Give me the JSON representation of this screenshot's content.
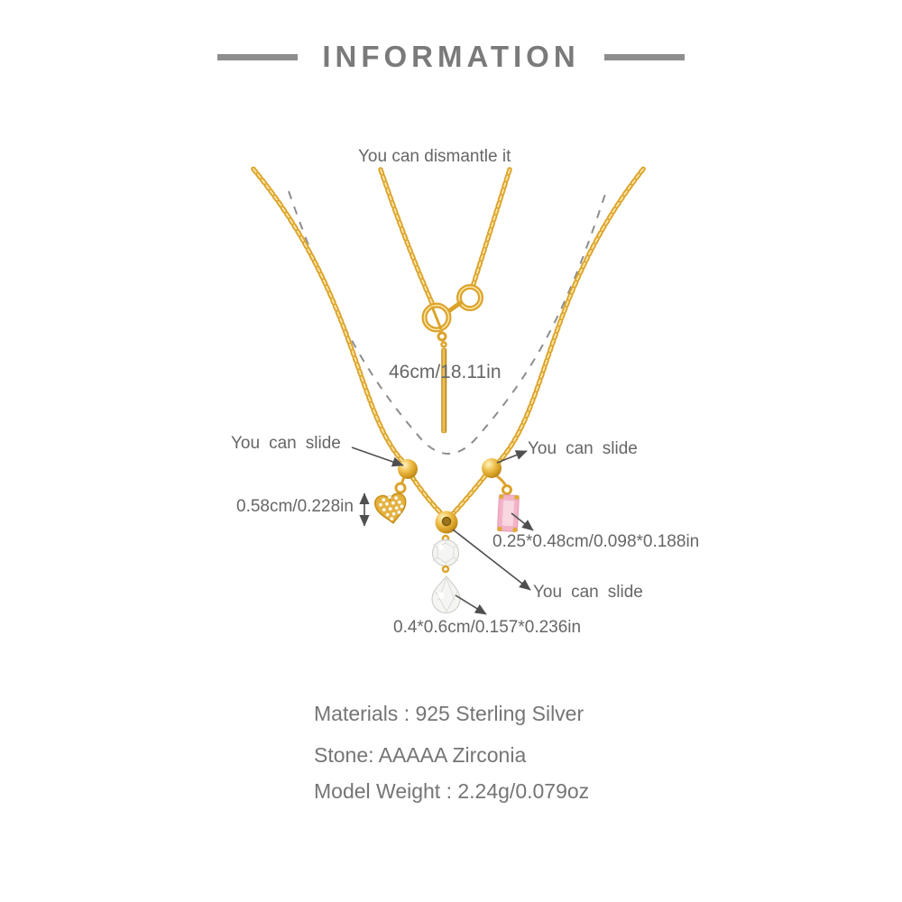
{
  "header": {
    "title": "INFORMATION"
  },
  "product": {
    "annotations": {
      "dismantle": "You can dismantle it",
      "chain_length": "46cm/18.11in",
      "slide_left": "You can slide",
      "slide_right": "You can slide",
      "slide_center": "You can slide",
      "heart_size": "0.58cm/0.228in",
      "baguette_size": "0.25*0.48cm/0.098*0.188in",
      "drop_size": "0.4*0.6cm/0.157*0.236in"
    },
    "specs": [
      {
        "text": "Materials : 925 Sterling Silver"
      },
      {
        "text": "Stone: AAAAA Zirconia"
      },
      {
        "text": "Model Weight : 2.24g/0.079oz"
      }
    ]
  },
  "colors": {
    "chain-gold": "#DCA32B",
    "chain-highlight": "#F9E6A6",
    "header-gray": "#7A7A7A",
    "line-gray": "#8D8D8D",
    "annotation-gray": "#666666",
    "spec-gray": "#757575",
    "arrow-gray": "#4F4F4F",
    "pink-gem": "#F2B3C8",
    "pink-gem-light": "#F9D7E1",
    "crystal-white": "#F5F5F3"
  }
}
